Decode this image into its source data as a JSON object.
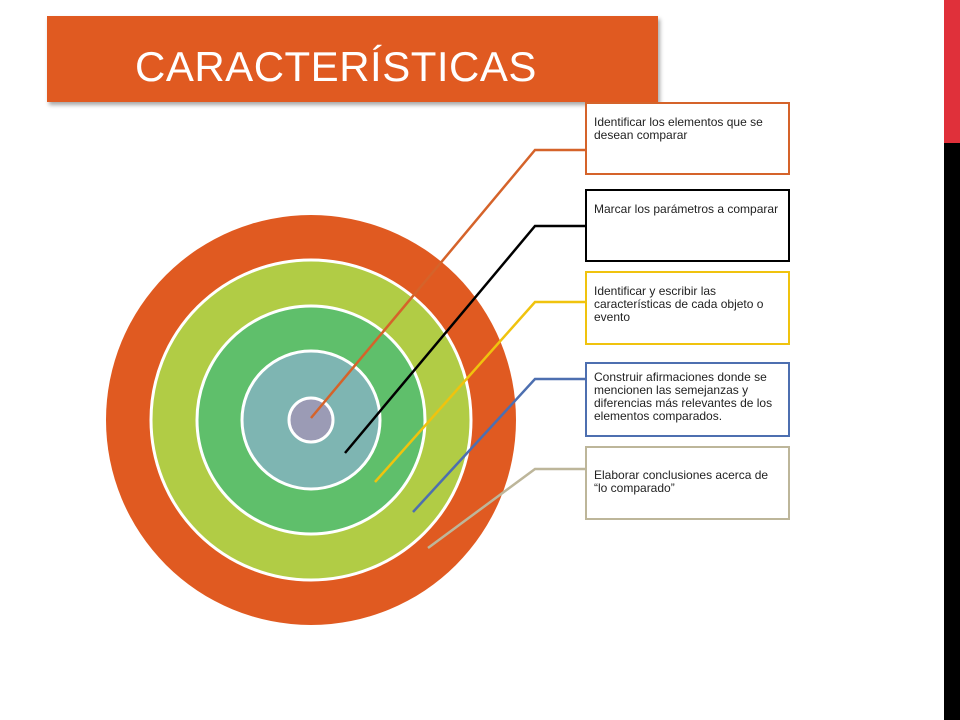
{
  "title": "CARACTERÍSTICAS",
  "steps": [
    {
      "label": "Identificar los elementos que se desean comparar",
      "color": "#d5632a"
    },
    {
      "label": "Marcar los parámetros a comparar",
      "color": "#000000"
    },
    {
      "label": "Identificar y escribir las características de cada objeto o evento",
      "color": "#f0c30e"
    },
    {
      "label": "Construir afirmaciones donde se mencionen las semejanzas y diferencias más relevantes de los elementos comparados.",
      "color": "#4d6fb0"
    },
    {
      "label": "Elaborar conclusiones acerca de “lo comparado”",
      "color": "#bdb69a"
    }
  ],
  "rings": {
    "colors": [
      "#e05a21",
      "#b1cc45",
      "#5fbf6b",
      "#7eb5b2",
      "#9b9bb5"
    ]
  },
  "theme": {
    "title_bg": "#e05a21",
    "sidebar": "#000000",
    "sidebar_accent": "#e0303a"
  }
}
